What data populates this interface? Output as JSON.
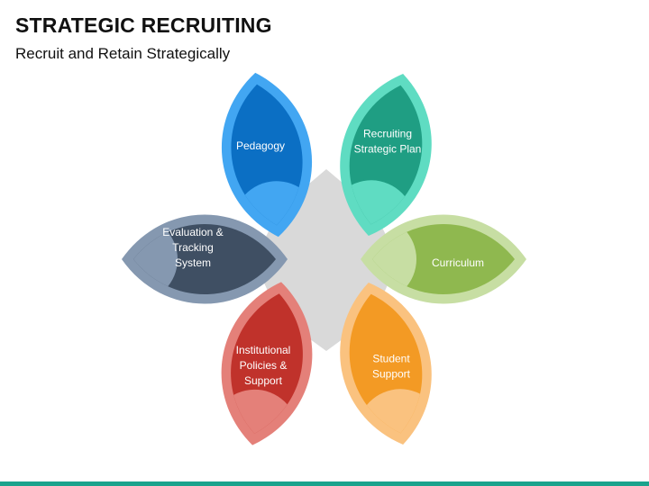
{
  "header": {
    "title": "STRATEGIC RECRUITING",
    "subtitle": "Recruit and Retain Strategically"
  },
  "diagram": {
    "center_color": "#d9d9d9",
    "petals": [
      {
        "id": "pedagogy",
        "lines": [
          "Pedagogy"
        ],
        "outer": "#42a6f2",
        "inner": "#0b6fc4",
        "corner": "#42a6f2"
      },
      {
        "id": "recruiting",
        "lines": [
          "Recruiting",
          "Strategic  Plan"
        ],
        "outer": "#5fdcc2",
        "inner": "#1f9e83",
        "corner": "#5fdcc2"
      },
      {
        "id": "curriculum",
        "lines": [
          "Curriculum"
        ],
        "outer": "#c7dea3",
        "inner": "#8fb84f",
        "corner": "#c7dea3"
      },
      {
        "id": "student",
        "lines": [
          "Student",
          "Support"
        ],
        "outer": "#fac27f",
        "inner": "#f39a24",
        "corner": "#fac27f"
      },
      {
        "id": "policies",
        "lines": [
          "Institutional",
          "Policies &",
          "Support"
        ],
        "outer": "#e48079",
        "inner": "#c0322b",
        "corner": "#e48079"
      },
      {
        "id": "evaluation",
        "lines": [
          "Evaluation &",
          "Tracking",
          "System"
        ],
        "outer": "#8598b0",
        "inner": "#3f4f63",
        "corner": "#8598b0"
      }
    ]
  },
  "footer": {
    "accent_color": "#1aa38c"
  }
}
